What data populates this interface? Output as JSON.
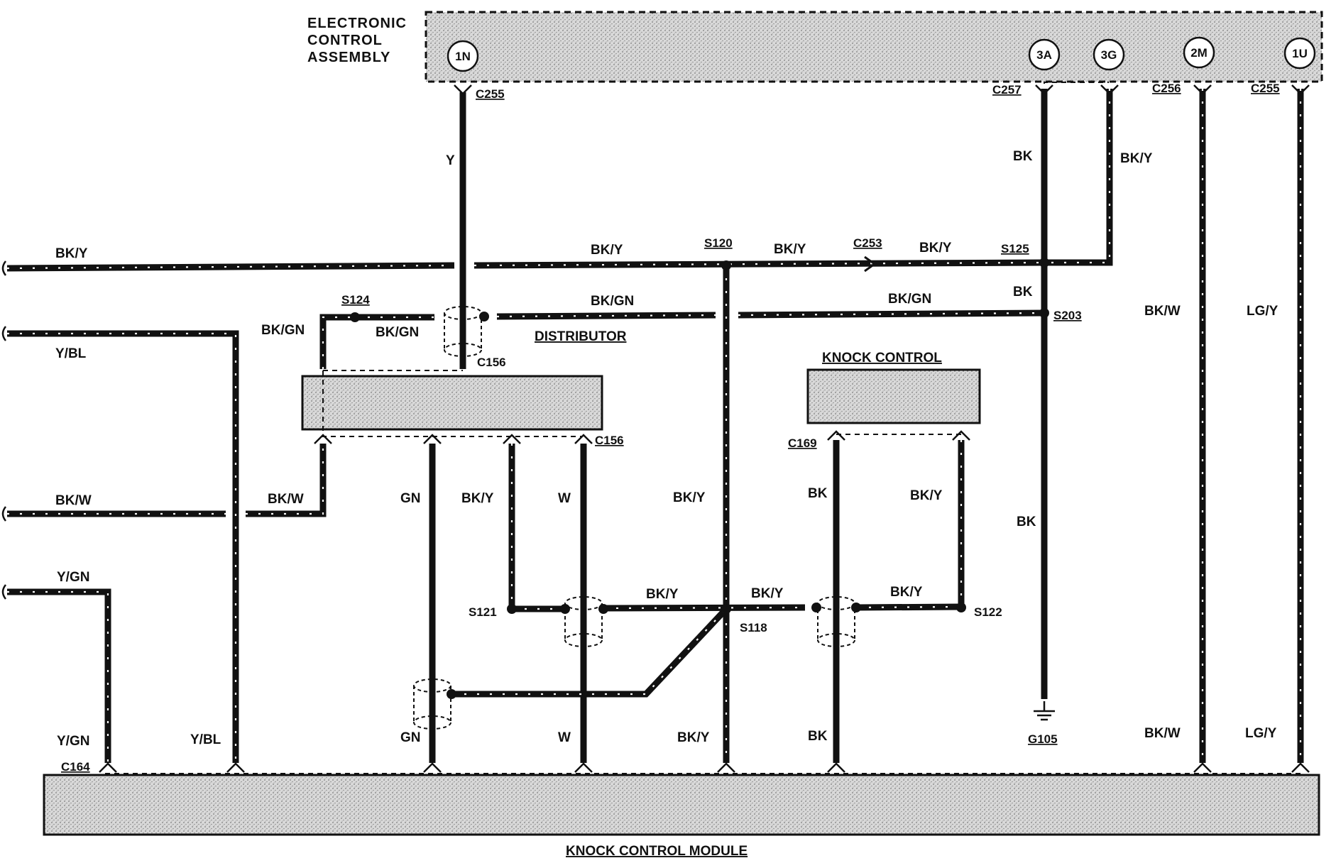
{
  "components": {
    "eca_title_line1": "ELECTRONIC",
    "eca_title_line2": "CONTROL",
    "eca_title_line3": "ASSEMBLY",
    "distributor": "DISTRIBUTOR",
    "knock_control": "KNOCK CONTROL",
    "knock_control_module": "KNOCK CONTROL MODULE"
  },
  "pins": {
    "p1N": "1N",
    "p3A": "3A",
    "p3G": "3G",
    "p2M": "2M",
    "p1U": "1U"
  },
  "connectors": {
    "c255_top": "C255",
    "c257": "C257",
    "c256": "C256",
    "c255_right": "C255",
    "c253": "C253",
    "c156_top": "C156",
    "c156_bottom": "C156",
    "c169": "C169",
    "c164": "C164"
  },
  "splices": {
    "s120": "S120",
    "s125": "S125",
    "s124": "S124",
    "s203": "S203",
    "s121": "S121",
    "s118": "S118",
    "s122": "S122"
  },
  "ground": {
    "g105": "G105"
  },
  "wire_colors": {
    "y_top": "Y",
    "bk_3a": "BK",
    "bky_3g": "BK/Y",
    "bky_left": "BK/Y",
    "bky_mid": "BK/Y",
    "bky_s120_right": "BK/Y",
    "bky_c253_right": "BK/Y",
    "bk_s125": "BK",
    "bkgn_mid": "BK/GN",
    "bkgn_right": "BK/GN",
    "bkgn_s124_left": "BK/GN",
    "bkgn_s124_right": "BK/GN",
    "ybl_left": "Y/BL",
    "bkw_2m": "BK/W",
    "lgy_1u": "LG/Y",
    "bkw_left": "BK/W",
    "bkw_dist": "BK/W",
    "gn_dist": "GN",
    "bky_dist": "BK/Y",
    "w_dist": "W",
    "bky_s120_down": "BK/Y",
    "bk_kc": "BK",
    "bky_kc": "BK/Y",
    "bk_g105": "BK",
    "ygn_left": "Y/GN",
    "bky_s118_left": "BK/Y",
    "bky_s118_right": "BK/Y",
    "bky_s122": "BK/Y",
    "ygn_bottom": "Y/GN",
    "ybl_bottom": "Y/BL",
    "gn_bottom": "GN",
    "w_bottom": "W",
    "bky_bottom": "BK/Y",
    "bk_bottom": "BK",
    "bkw_bottom": "BK/W",
    "lgy_bottom": "LG/Y"
  },
  "colors": {
    "ink": "#111111",
    "paper": "#ffffff",
    "stipple": "#b8b8b8"
  }
}
